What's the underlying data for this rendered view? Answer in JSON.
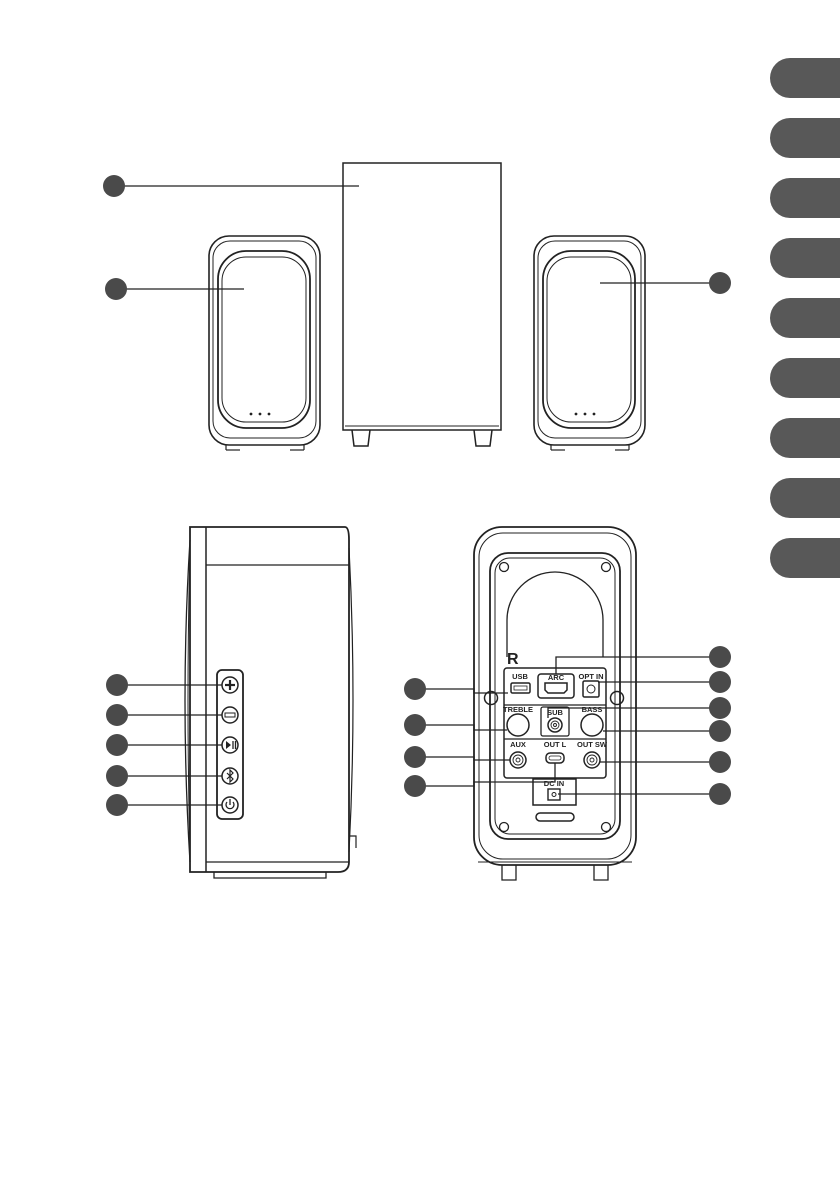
{
  "colors": {
    "line": "#222222",
    "callout_dot": "#4a4a4a",
    "tab": "#585858",
    "background": "#ffffff"
  },
  "side_tabs": [
    "",
    "",
    "",
    "",
    "",
    "",
    "",
    "",
    ""
  ],
  "rear_panel": {
    "channel_label": "R",
    "ports": {
      "usb": "USB",
      "arc": "ARC",
      "optical": "OPT IN",
      "treble": "TREBLE",
      "sub": "SUB",
      "bass": "BASS",
      "aux": "AUX",
      "out_l": "OUT L",
      "out_sw": "OUT SW",
      "dc_in": "DC IN"
    }
  },
  "side_controls": [
    "volume-up-icon",
    "volume-down-icon",
    "play-pause-icon",
    "bluetooth-icon",
    "power-icon"
  ]
}
